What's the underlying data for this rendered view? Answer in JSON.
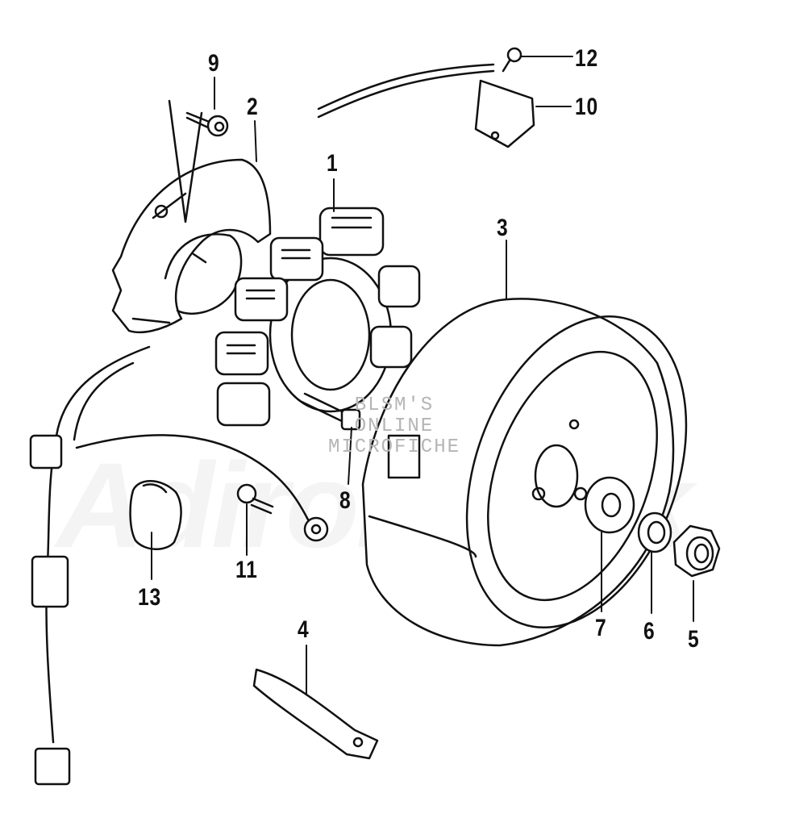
{
  "diagram": {
    "callouts": [
      {
        "id": "c1",
        "label": "1"
      },
      {
        "id": "c2",
        "label": "2"
      },
      {
        "id": "c3",
        "label": "3"
      },
      {
        "id": "c4",
        "label": "4"
      },
      {
        "id": "c5",
        "label": "5"
      },
      {
        "id": "c6",
        "label": "6"
      },
      {
        "id": "c7",
        "label": "7"
      },
      {
        "id": "c8",
        "label": "8"
      },
      {
        "id": "c9",
        "label": "9"
      },
      {
        "id": "c10",
        "label": "10"
      },
      {
        "id": "c11",
        "label": "11"
      },
      {
        "id": "c12",
        "label": "12"
      },
      {
        "id": "c13",
        "label": "13"
      }
    ]
  },
  "watermark": {
    "line1": "BLSM'S",
    "line2": "ONLINE",
    "line3": "MICROFICHE",
    "brand": "Adirondack"
  },
  "colors": {
    "ink": "#111111",
    "watermark": "#b5b5b5",
    "background": "#ffffff"
  }
}
